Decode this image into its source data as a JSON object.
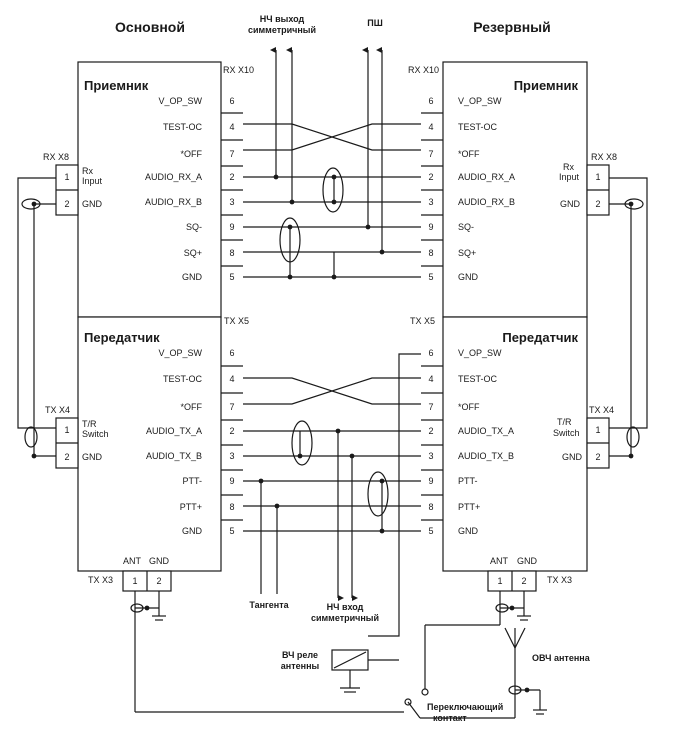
{
  "headers": {
    "main": "Основной",
    "reserve": "Резервный"
  },
  "blocks": {
    "receiver": "Приемник",
    "transmitter": "Передатчик"
  },
  "connectors": {
    "rx_x10": "RX X10",
    "tx_x5": "TX X5",
    "rx_x8": "RX X8",
    "tx_x4": "TX X4",
    "tx_x3": "TX X3"
  },
  "rx_pins": [
    {
      "num": "6",
      "label": "V_OP_SW"
    },
    {
      "num": "4",
      "label": "TEST-OC"
    },
    {
      "num": "7",
      "label": "*OFF"
    },
    {
      "num": "2",
      "label": "AUDIO_RX_A"
    },
    {
      "num": "3",
      "label": "AUDIO_RX_B"
    },
    {
      "num": "9",
      "label": "SQ-"
    },
    {
      "num": "8",
      "label": "SQ+"
    },
    {
      "num": "5",
      "label": "GND"
    }
  ],
  "tx_pins": [
    {
      "num": "6",
      "label": "V_OP_SW"
    },
    {
      "num": "4",
      "label": "TEST-OC"
    },
    {
      "num": "7",
      "label": "*OFF"
    },
    {
      "num": "2",
      "label": "AUDIO_TX_A"
    },
    {
      "num": "3",
      "label": "AUDIO_TX_B"
    },
    {
      "num": "9",
      "label": "PTT-"
    },
    {
      "num": "8",
      "label": "PTT+"
    },
    {
      "num": "5",
      "label": "GND"
    }
  ],
  "rx_side": {
    "pin1": "1",
    "pin2": "2",
    "l1a": "Rx",
    "l1b": "Input",
    "l2": "GND"
  },
  "tx_side": {
    "pin1": "1",
    "pin2": "2",
    "l1a": "T/R",
    "l1b": "Switch",
    "l2": "GND"
  },
  "ant": {
    "ant": "ANT",
    "gnd": "GND",
    "p1": "1",
    "p2": "2"
  },
  "labels": {
    "nch_out_1": "НЧ выход",
    "nch_out_2": "симметричный",
    "psh": "ПШ",
    "tangenta": "Тангента",
    "nch_in_1": "НЧ вход",
    "nch_in_2": "симметричный",
    "relay_1": "ВЧ реле",
    "relay_2": "антенны",
    "switch_1": "Переключающий",
    "switch_2": "контакт",
    "antenna": "ОВЧ антенна"
  }
}
